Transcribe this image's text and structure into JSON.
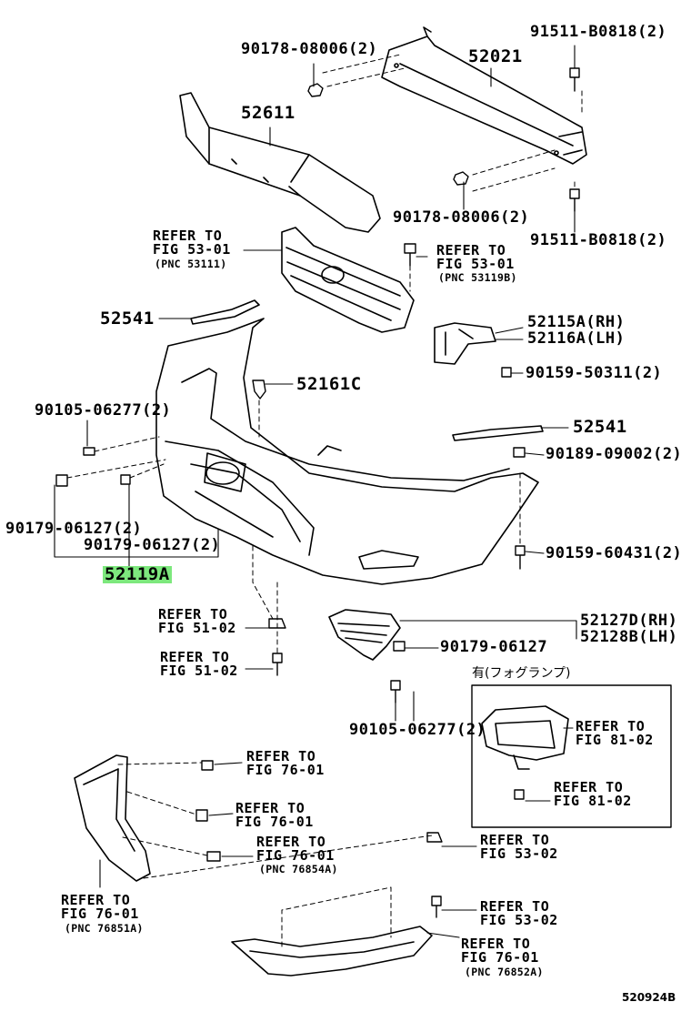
{
  "labels": {
    "l_90178_top": "90178-08006(2)",
    "l_52021": "52021",
    "l_91511_top": "91511-B0818(2)",
    "l_52611": "52611",
    "l_90178_mid": "90178-08006(2)",
    "l_91511_mid": "91511-B0818(2)",
    "ref_53_01_a_1": "REFER TO",
    "ref_53_01_a_2": "FIG 53-01",
    "ref_53_01_a_3": "(PNC 53111)",
    "ref_53_01_b_1": "REFER TO",
    "ref_53_01_b_2": "FIG 53-01",
    "ref_53_01_b_3": "(PNC 53119B)",
    "l_52541_a": "52541",
    "l_52115a": "52115A(RH)",
    "l_52116a": "52116A(LH)",
    "l_90159_50311": "90159-50311(2)",
    "l_52161c": "52161C",
    "l_90105_left": "90105-06277(2)",
    "l_52541_b": "52541",
    "l_90189": "90189-09002(2)",
    "l_90179_a": "90179-06127(2)",
    "l_90179_b": "90179-06127(2)",
    "l_52119a": "52119A",
    "l_90159_60431": "90159-60431(2)",
    "ref_51_02_a_1": "REFER TO",
    "ref_51_02_a_2": "FIG 51-02",
    "ref_51_02_b_1": "REFER TO",
    "ref_51_02_b_2": "FIG 51-02",
    "l_52127d": "52127D(RH)",
    "l_52128b": "52128B(LH)",
    "l_90179_c": "90179-06127",
    "l_fog_jp": "有(フォグランプ)",
    "l_90105_low": "90105-06277(2)",
    "ref_81_02_a_1": "REFER TO",
    "ref_81_02_a_2": "FIG 81-02",
    "ref_81_02_b_1": "REFER TO",
    "ref_81_02_b_2": "FIG 81-02",
    "ref_76_01_a_1": "REFER TO",
    "ref_76_01_a_2": "FIG 76-01",
    "ref_76_01_b_1": "REFER TO",
    "ref_76_01_b_2": "FIG 76-01",
    "ref_76_01_c_1": "REFER TO",
    "ref_76_01_c_2": "FIG 76-01",
    "ref_76_01_c_3": "(PNC 76854A)",
    "ref_53_02_a_1": "REFER TO",
    "ref_53_02_a_2": "FIG 53-02",
    "ref_76_01_d_1": "REFER TO",
    "ref_76_01_d_2": "FIG 76-01",
    "ref_76_01_d_3": "(PNC 76851A)",
    "ref_53_02_b_1": "REFER TO",
    "ref_53_02_b_2": "FIG 53-02",
    "ref_76_01_e_1": "REFER TO",
    "ref_76_01_e_2": "FIG 76-01",
    "ref_76_01_e_3": "(PNC 76852A)",
    "diagram_code": "520924B"
  },
  "colors": {
    "line": "#000000",
    "highlight": "#7de87d"
  }
}
